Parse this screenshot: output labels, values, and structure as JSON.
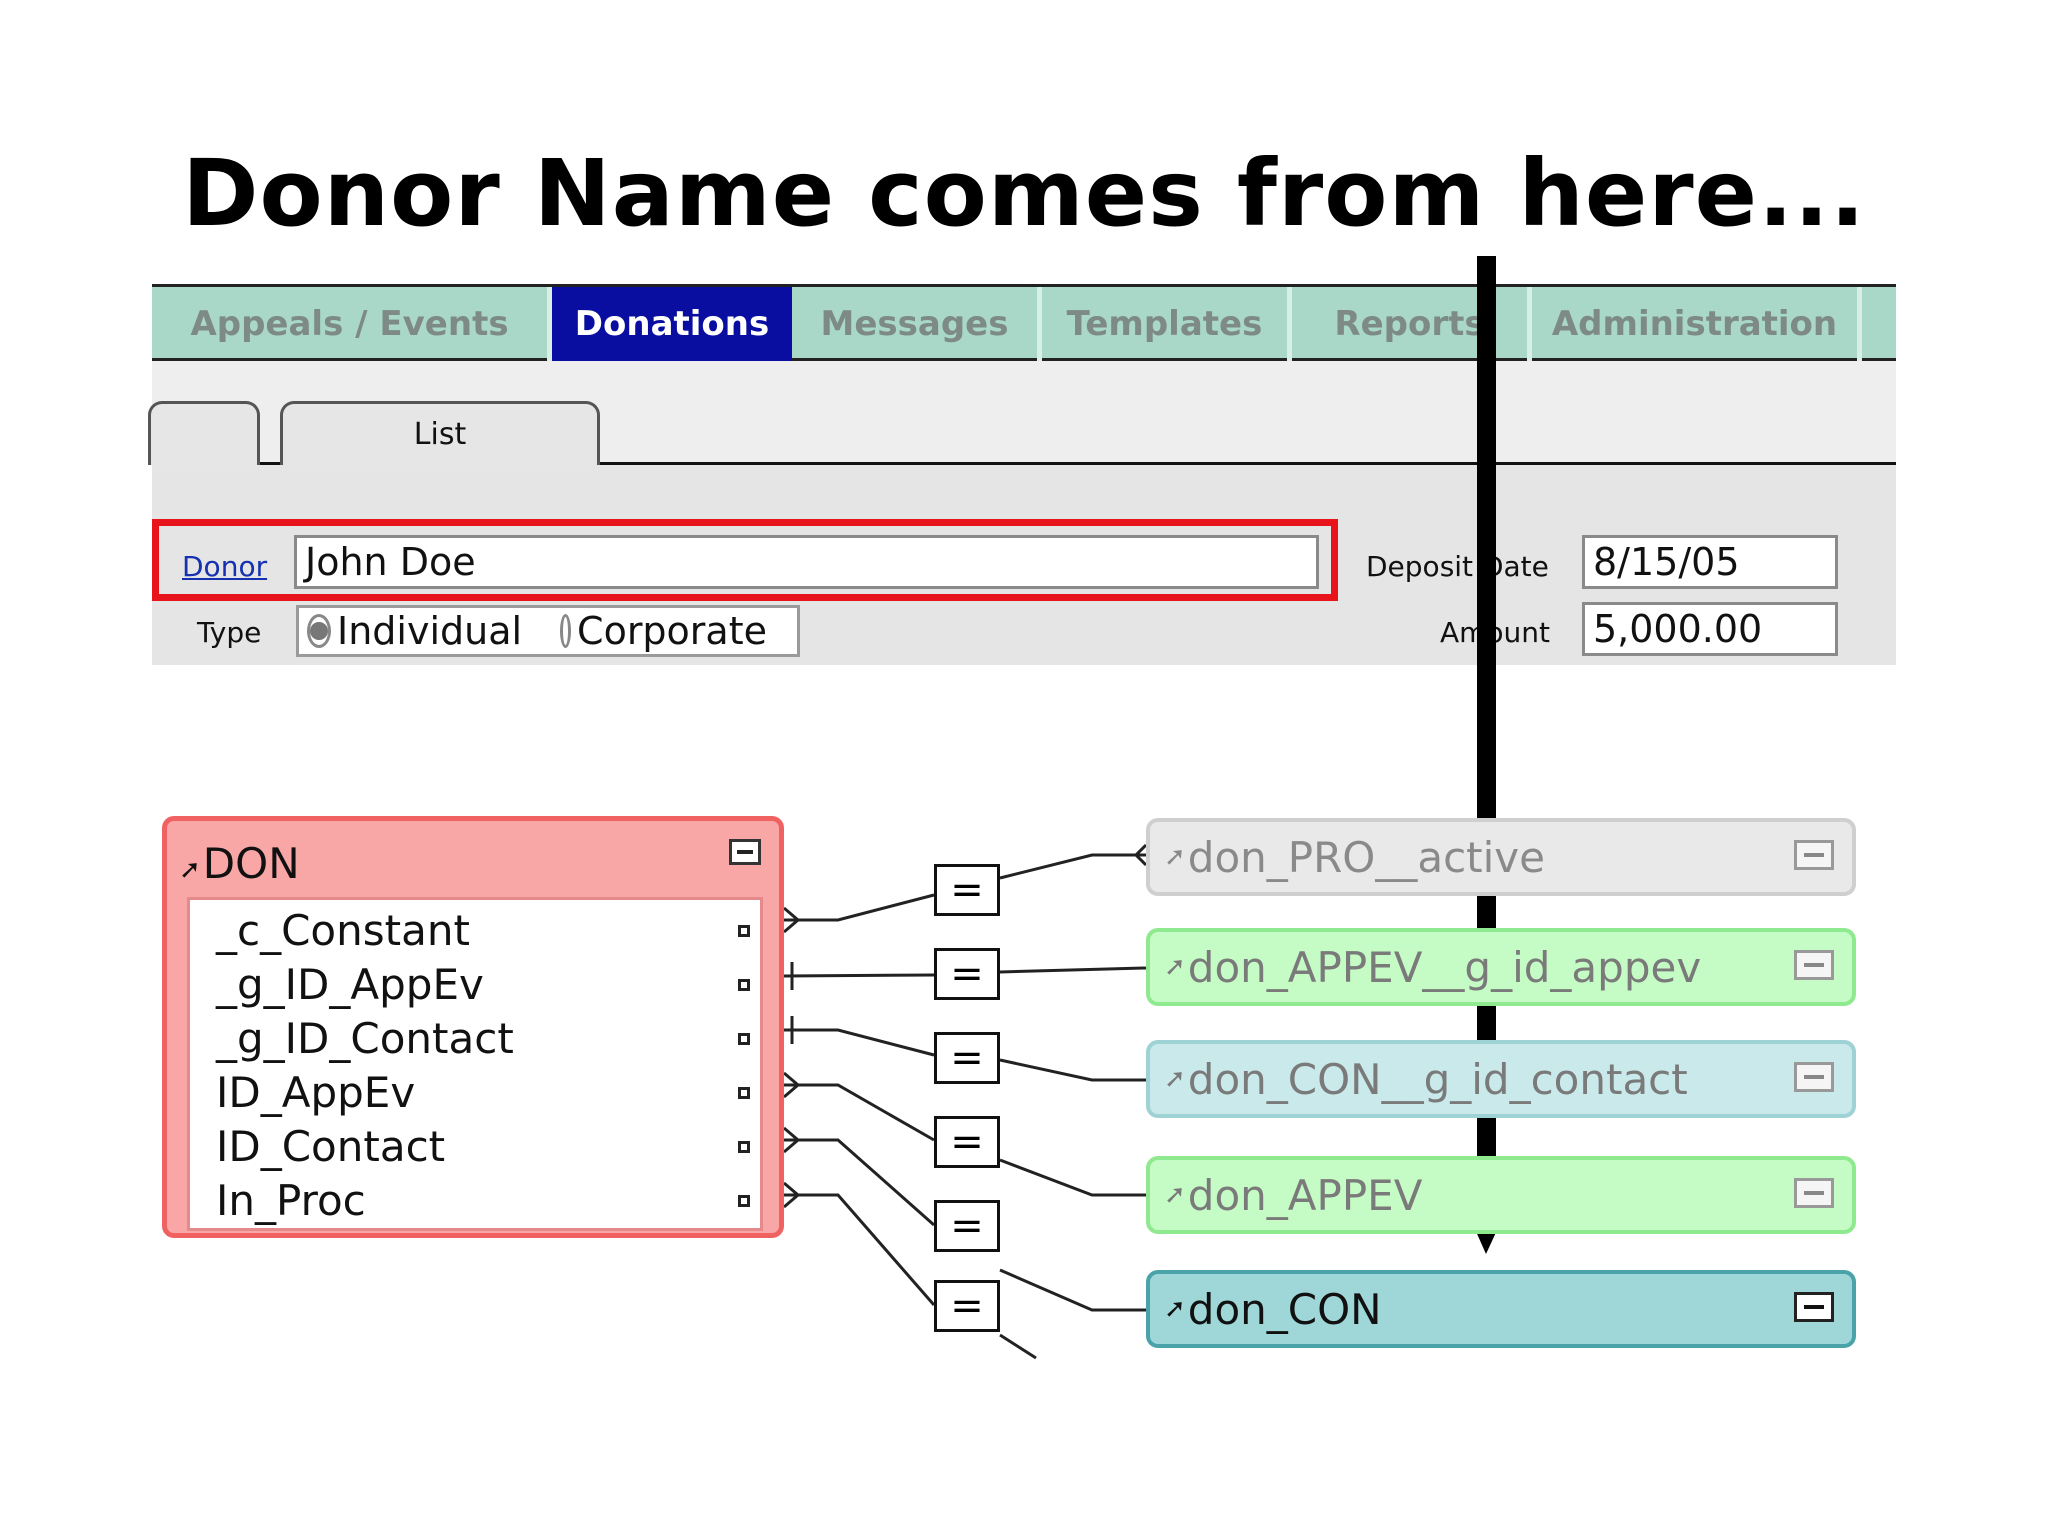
{
  "headline": "Donor Name comes from here...",
  "tabs": [
    "Appeals / Events",
    "Donations",
    "Messages",
    "Templates",
    "Reports",
    "Administration"
  ],
  "active_tab": "Donations",
  "subtabs": {
    "blank": "",
    "list": "List"
  },
  "form": {
    "donor_label": "Donor",
    "donor_value": "John Doe",
    "type_label": "Type",
    "type_options": [
      "Individual",
      "Corporate"
    ],
    "type_selected": "Individual",
    "deposit_date_label": "Deposit Date",
    "deposit_date_value": "8/15/05",
    "amount_label": "Amount",
    "amount_value": "5,000.00"
  },
  "source_table": {
    "name": "DON",
    "fields": [
      "_c_Constant",
      "_g_ID_AppEv",
      "_g_ID_Contact",
      "ID_AppEv",
      "ID_Contact",
      "In_Proc"
    ]
  },
  "related_tables": [
    {
      "name": "don_PRO__active",
      "style": "gray"
    },
    {
      "name": "don_APPEV__g_id_appev",
      "style": "green"
    },
    {
      "name": "don_CON__g_id_contact",
      "style": "teal"
    },
    {
      "name": "don_APPEV",
      "style": "green"
    },
    {
      "name": "don_CON",
      "style": "dark"
    }
  ],
  "relationship_operator": "=",
  "colors": {
    "active_tab": "#0a0ea0",
    "highlight": "#e8141b",
    "source_table": "#f9a6a6"
  }
}
